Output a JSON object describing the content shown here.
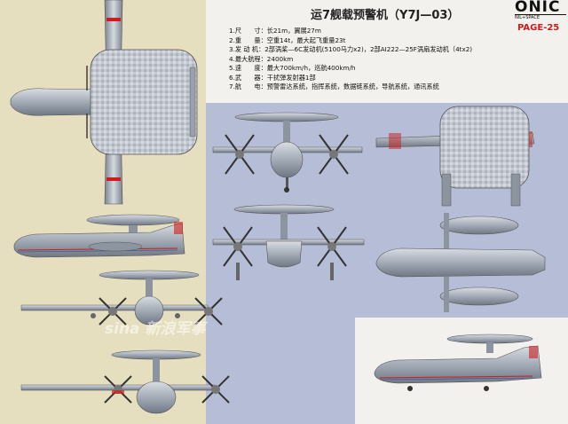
{
  "title": "运7舰载预警机（Y7J—03）",
  "specs": [
    {
      "label": "1.尺　　寸：",
      "value": "长21m，翼展27m"
    },
    {
      "label": "2.重　　量：",
      "value": "空重14t，最大起飞重量23t"
    },
    {
      "label": "3.发 动 机：",
      "value": "2部涡桨—6C发动机(5100马力x2)，2部AI222—25F涡扇发动机（4tx2)"
    },
    {
      "label": "4.最大航程：",
      "value": "2400km"
    },
    {
      "label": "5.速　　度：",
      "value": "最大700km/h，巡航400km/h"
    },
    {
      "label": "6.武　　器：",
      "value": "干扰弹发射器1部"
    },
    {
      "label": "7.航　　电：",
      "value": "预警雷达系统，指挥系统，数据链系统，导航系统，通讯系统"
    }
  ],
  "logo": {
    "main": "ONIC",
    "sub": "NIL+SPACE"
  },
  "page_label": "PAGE-25",
  "watermark": "sina 新浪军事",
  "colors": {
    "left_bg": "#e6dfbf",
    "blue_bg": "#b6bdd6",
    "light_bg": "#f2f1ed",
    "aircraft_gray": "#9da6b2",
    "accent_red": "#cc1c1c"
  }
}
